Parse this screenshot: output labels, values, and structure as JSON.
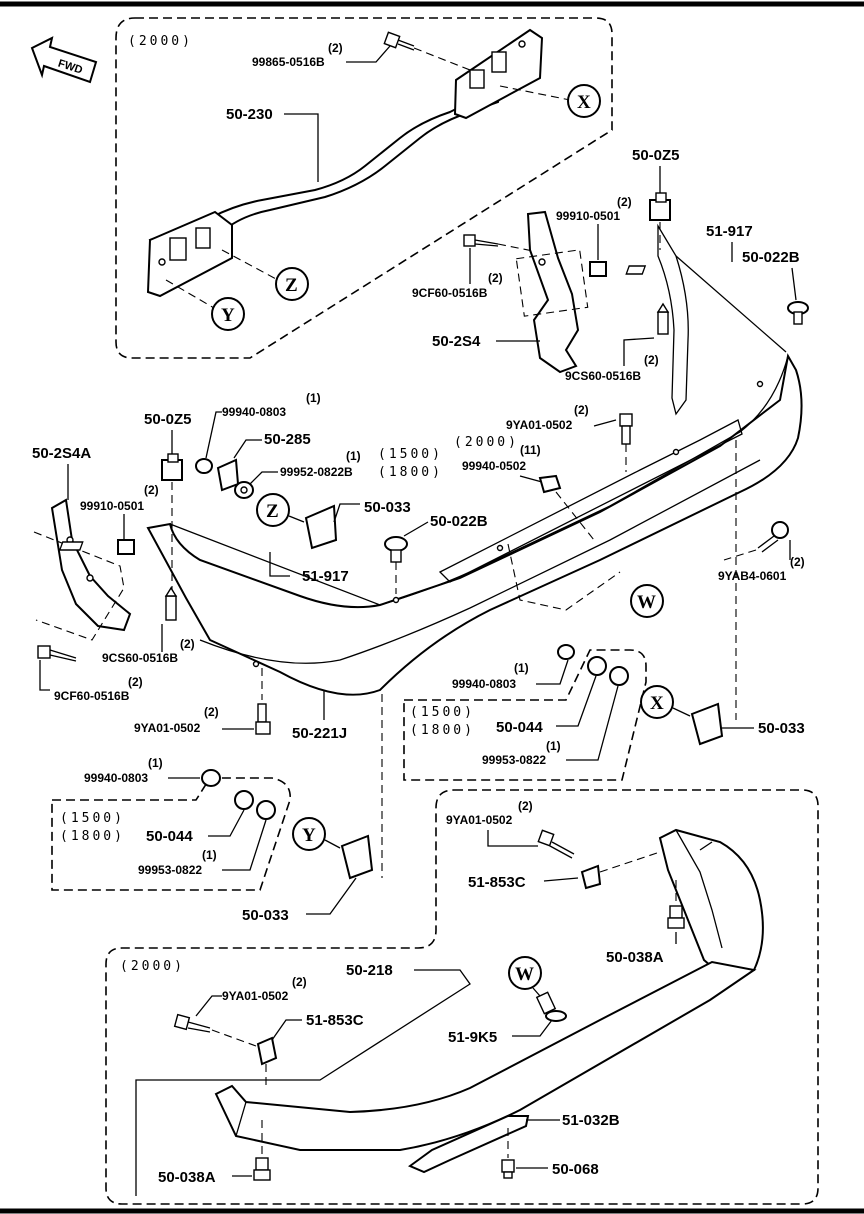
{
  "fwd_label": "FWD",
  "year_labels": {
    "top_box": "(2000)",
    "bottom_box": "(2000)",
    "center_1500": "(1500)",
    "center_2000": "(2000)",
    "center_1800": "(1800)",
    "x_1500": "(1500)",
    "x_1800": "(1800)",
    "y_1500": "(1500)",
    "y_1800": "(1800)"
  },
  "callouts": {
    "x_top": "X",
    "z_top": "Z",
    "y_top": "Y",
    "z_mid": "Z",
    "w_mid": "W",
    "x_mid": "X",
    "y_mid": "Y",
    "w_bottom": "W"
  },
  "parts": {
    "p_99865_qty": "(2)",
    "p_99865": "99865-0516B",
    "p_50_230": "50-230",
    "p_50_0z5_r": "50-0Z5",
    "p_99910_r_qty": "(2)",
    "p_99910_r": "99910-0501",
    "p_51_917_r": "51-917",
    "p_50_022b_r": "50-022B",
    "p_9cf60_r_qty": "(2)",
    "p_9cf60_r": "9CF60-0516B",
    "p_50_2s4": "50-2S4",
    "p_9cs60_r_qty": "(2)",
    "p_9cs60_r": "9CS60-0516B",
    "p_9ya01_c_qty": "(2)",
    "p_9ya01_c": "9YA01-0502",
    "p_50_0z5_l": "50-0Z5",
    "p_99940_0803_a_qty": "(1)",
    "p_99940_0803_a": "99940-0803",
    "p_50_285": "50-285",
    "p_99952_qty": "(1)",
    "p_99952": "99952-0822B",
    "p_99940_0502_qty": "(11)",
    "p_99940_0502": "99940-0502",
    "p_50_2s4a": "50-2S4A",
    "p_99910_l_qty": "(2)",
    "p_99910_l": "99910-0501",
    "p_50_033_a": "50-033",
    "p_50_022b_c": "50-022B",
    "p_51_917_c": "51-917",
    "p_9yab4_qty": "(2)",
    "p_9yab4": "9YAB4-0601",
    "p_9cs60_l_qty": "(2)",
    "p_9cs60_l": "9CS60-0516B",
    "p_9cf60_l_qty": "(2)",
    "p_9cf60_l": "9CF60-0516B",
    "p_99940_0803_b_qty": "(1)",
    "p_99940_0803_b": "99940-0803",
    "p_9ya01_l_qty": "(2)",
    "p_9ya01_l": "9YA01-0502",
    "p_50_221j": "50-221J",
    "p_50_044_a": "50-044",
    "p_99953_a_qty": "(1)",
    "p_99953_a": "99953-0822",
    "p_50_033_b": "50-033",
    "p_99940_0803_c_qty": "(1)",
    "p_99940_0803_c": "99940-0803",
    "p_50_044_b": "50-044",
    "p_99953_b_qty": "(1)",
    "p_99953_b": "99953-0822",
    "p_50_033_c": "50-033",
    "p_9ya01_b1_qty": "(2)",
    "p_9ya01_b1": "9YA01-0502",
    "p_51_853c_a": "51-853C",
    "p_50_038a_a": "50-038A",
    "p_50_218": "50-218",
    "p_9ya01_b2_qty": "(2)",
    "p_9ya01_b2": "9YA01-0502",
    "p_51_853c_b": "51-853C",
    "p_51_9k5": "51-9K5",
    "p_51_032b": "51-032B",
    "p_50_038a_b": "50-038A",
    "p_50_068": "50-068"
  }
}
